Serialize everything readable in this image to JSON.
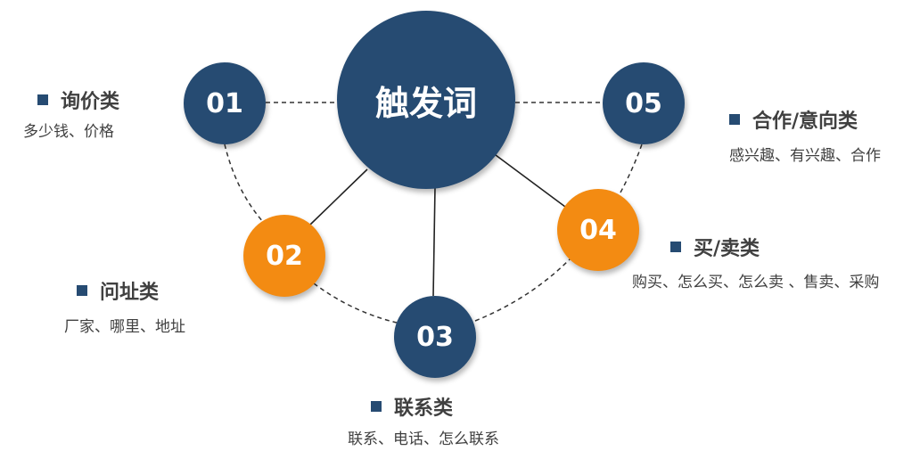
{
  "center": {
    "label": "触发词"
  },
  "nodes": [
    {
      "number": "01",
      "color": "#264b72",
      "title": "询价类",
      "keywords": "多少钱、价格"
    },
    {
      "number": "02",
      "color": "#f38b12",
      "title": "问址类",
      "keywords": "厂家、哪里、地址"
    },
    {
      "number": "03",
      "color": "#264b72",
      "title": "联系类",
      "keywords": "联系、电话、怎么联系"
    },
    {
      "number": "04",
      "color": "#f38b12",
      "title": "买/卖类",
      "keywords": "购买、怎么买、怎么卖 、售卖、采购"
    },
    {
      "number": "05",
      "color": "#264b72",
      "title": "合作/意向类",
      "keywords": "感兴趣、有兴趣、合作"
    }
  ]
}
